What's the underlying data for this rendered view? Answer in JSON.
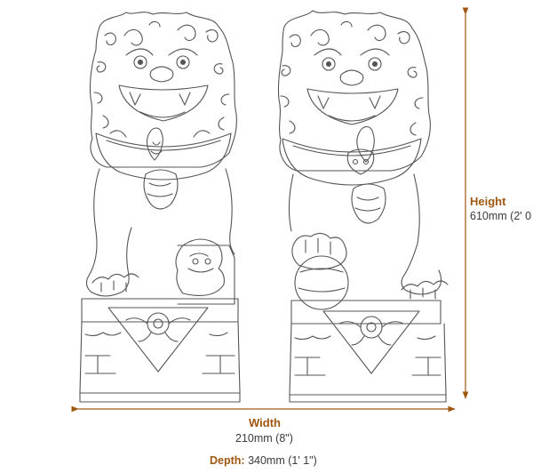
{
  "dimensions": {
    "height": {
      "label": "Height",
      "value": "610mm (2' 0"
    },
    "width": {
      "label": "Width",
      "value": "210mm (8\")"
    },
    "depth": {
      "label": "Depth:",
      "value": "340mm (1' 1\")"
    }
  },
  "colors": {
    "accent": "#a0570f",
    "line_art": "#555555",
    "text": "#3a3a3a"
  },
  "figures": [
    {
      "name": "foo-dog-statue-left",
      "holds": "cub"
    },
    {
      "name": "foo-dog-statue-right",
      "holds": "ball"
    }
  ]
}
